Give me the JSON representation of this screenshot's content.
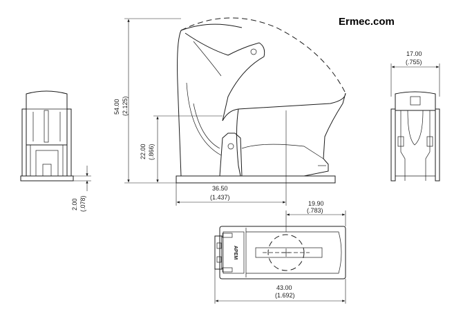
{
  "brand": "Ermec.com",
  "part_marking": "APEM",
  "dimensions": {
    "height_total": {
      "mm": "54.00",
      "inch": "(2.125)"
    },
    "height_cap": {
      "mm": "22.00",
      "inch": "(.866)"
    },
    "depth_side": {
      "mm": "36.50",
      "inch": "(1.437)"
    },
    "base_thickness": {
      "mm": "2.00",
      "inch": "(.078)"
    },
    "width_end": {
      "mm": "17.00",
      "inch": "(.755)"
    },
    "pivot_offset": {
      "mm": "19.90",
      "inch": "(.783)"
    },
    "length_top": {
      "mm": "43.00",
      "inch": "(1.692)"
    }
  }
}
